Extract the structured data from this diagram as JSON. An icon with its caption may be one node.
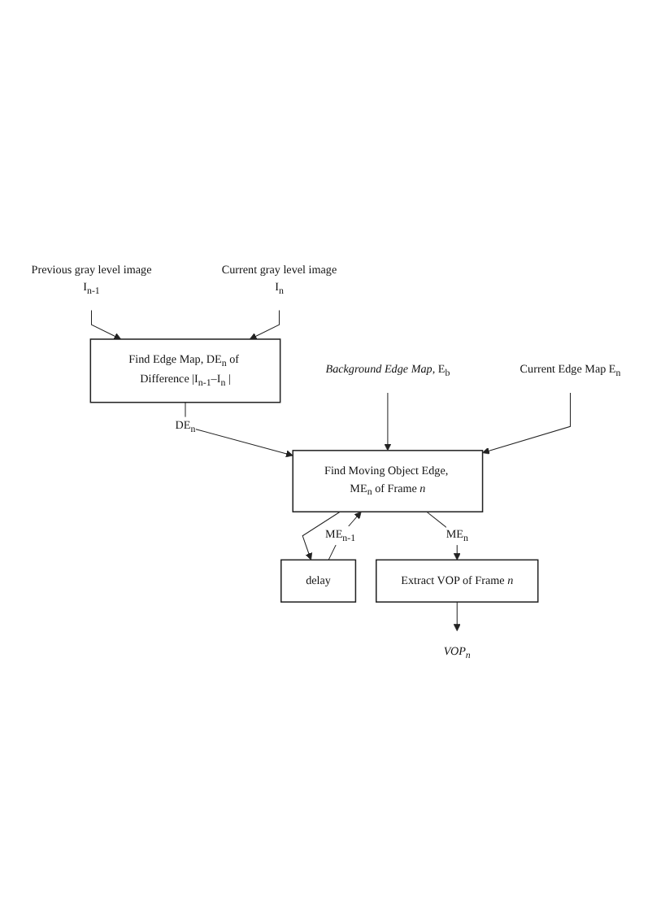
{
  "diagram": {
    "nodes": [
      {
        "text": [
          "Previous gray level image",
          "I$_{n-1}$"
        ]
      },
      {
        "text": [
          "Current gray level image",
          "I$_{n}$"
        ]
      },
      {
        "text": [
          "Find Edge Map, DE$_{n}$ of Difference |I$_{n-1}$–I$_{n}$ |"
        ]
      },
      {
        "text": [
          "*Background Edge Map,* E$_{b}$"
        ]
      },
      {
        "text": [
          "Current Edge Map E$_{n}$"
        ]
      },
      {
        "text": [
          "Find Moving Object Edge, ME$_{n}$ of Frame *n*"
        ]
      },
      {
        "text": [
          "delay"
        ]
      },
      {
        "text": [
          "Extract VOP of Frame *n*"
        ]
      },
      {
        "text": [
          "VOP$_{n}$"
        ]
      }
    ],
    "edges": [
      {
        "from": 0,
        "to": 2,
        "arrow": "to"
      },
      {
        "from": 1,
        "to": 2,
        "arrow": "to"
      },
      {
        "from": 2,
        "to": 5,
        "arrow": "to",
        "label": "DE$_{n}$"
      },
      {
        "from": 3,
        "to": 5,
        "arrow": "to"
      },
      {
        "from": 4,
        "to": 5,
        "arrow": "to"
      },
      {
        "from": 5,
        "to": 7,
        "arrow": "to",
        "label": "ME$_{n}$"
      },
      {
        "from": 5,
        "to": 6,
        "arrow": "to"
      },
      {
        "from": 6,
        "to": 5,
        "arrow": "to",
        "label": "ME$_{n-1}$"
      },
      {
        "from": 7,
        "to": 8,
        "arrow": "to"
      }
    ]
  }
}
